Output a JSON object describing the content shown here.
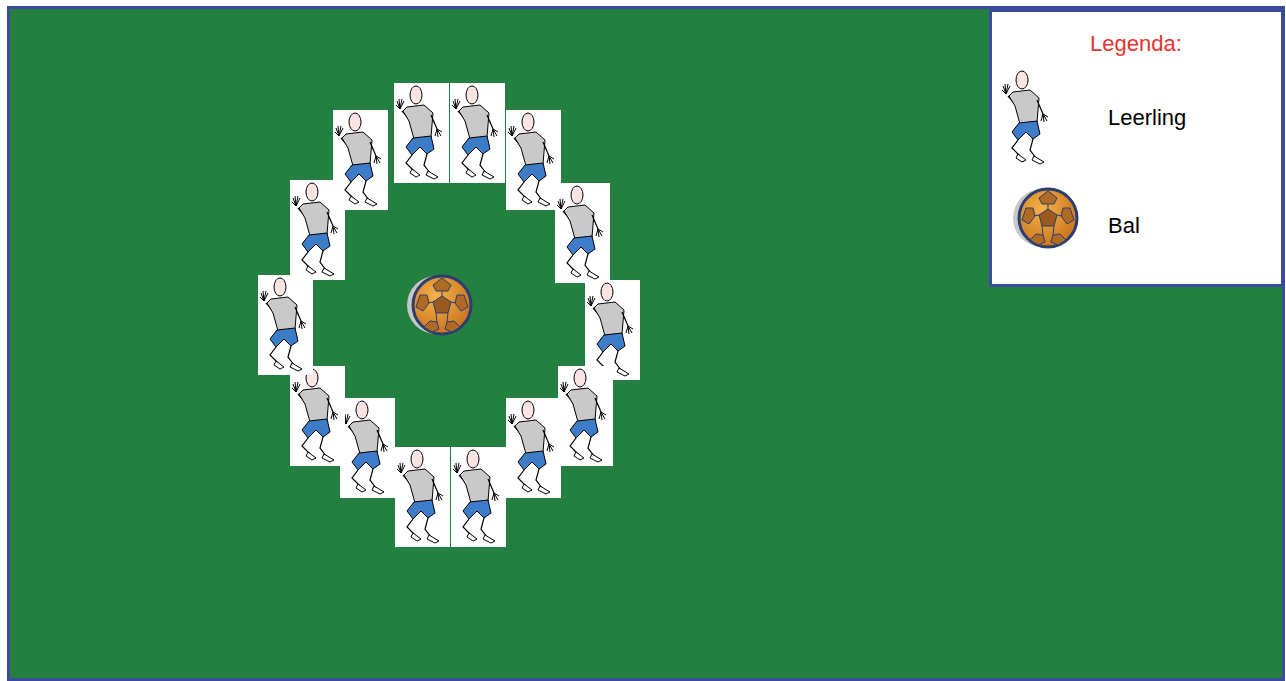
{
  "diagram": {
    "labels": [
      "Legenda:"
    ],
    "legend": [
      {
        "text": "Leerling"
      },
      {
        "text": "Bal"
      }
    ]
  }
}
